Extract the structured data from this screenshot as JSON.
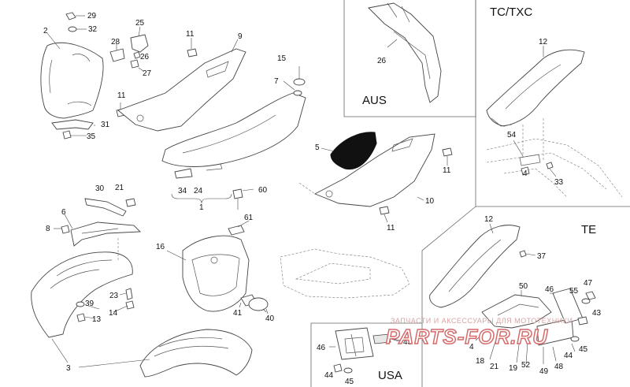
{
  "regions": {
    "aus": "AUS",
    "tc_txc": "TC/TXC",
    "te": "TE",
    "usa": "USA"
  },
  "watermark": {
    "line1": "ЗАПЧАСТИ И АКСЕССУАРЫ ДЛЯ МОТОТЕХНИКИ",
    "line2": "PARTS-FOR.RU"
  },
  "callouts": {
    "c29": "29",
    "c32": "32",
    "c2": "2",
    "c25": "25",
    "c28": "28",
    "c26a": "26",
    "c27": "27",
    "c11a": "11",
    "c9": "9",
    "c15": "15",
    "c7": "7",
    "c11b": "11",
    "c31": "31",
    "c35": "35",
    "c5": "5",
    "c11c": "11",
    "c34": "34",
    "c24": "24",
    "c1": "1",
    "c30": "30",
    "c21a": "21",
    "c60": "60",
    "c10": "10",
    "c11d": "11",
    "c6": "6",
    "c8": "8",
    "c61": "61",
    "c16": "16",
    "c23": "23",
    "c39": "39",
    "c14": "14",
    "c13": "13",
    "c41": "41",
    "c40": "40",
    "c3": "3",
    "c26b": "26",
    "c12a": "12",
    "c54": "54",
    "c4a": "4",
    "c33": "33",
    "c12b": "12",
    "c37": "37",
    "c50": "50",
    "c46a": "46",
    "c55": "55",
    "c47": "47",
    "c43a": "43",
    "c45a": "45",
    "c44a": "44",
    "c4b": "4",
    "c18": "18",
    "c21b": "21",
    "c19": "19",
    "c52": "52",
    "c49": "49",
    "c48": "48",
    "c46b": "46",
    "c43b": "43",
    "c44b": "44",
    "c45b": "45"
  }
}
